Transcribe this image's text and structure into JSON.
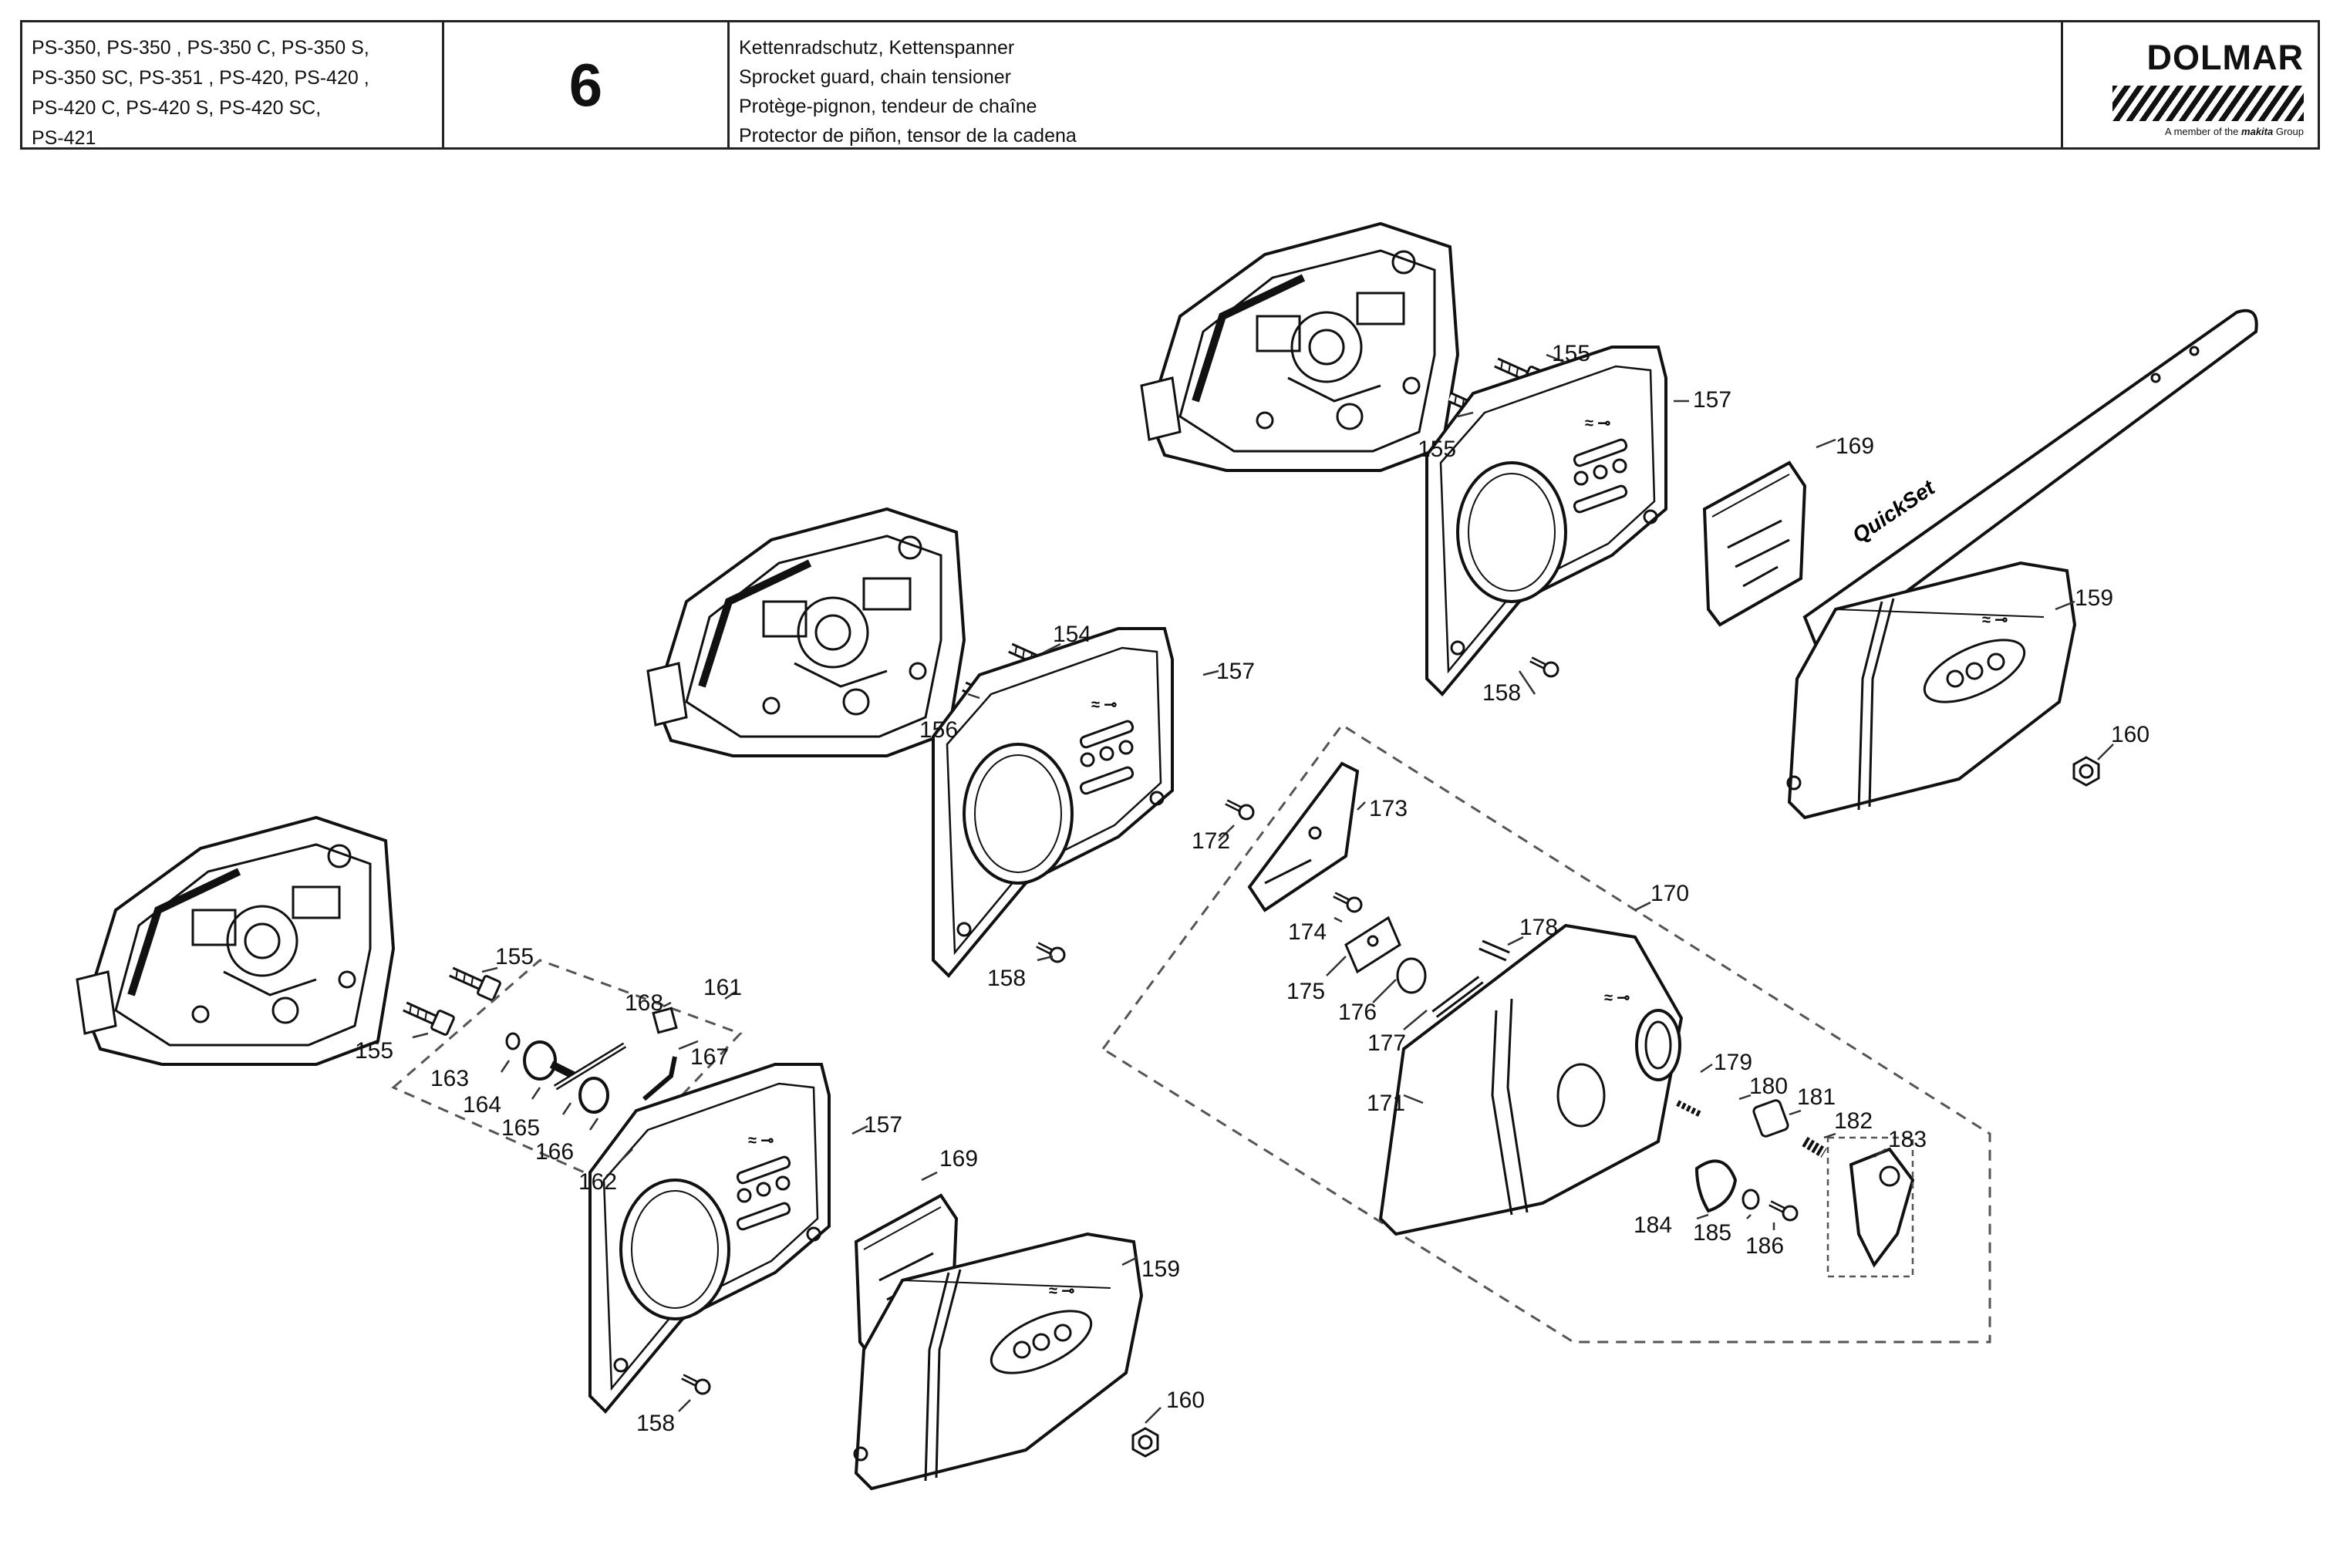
{
  "header": {
    "models": [
      "PS-350, PS-350 , PS-350 C, PS-350 S,",
      "PS-350 SC, PS-351 , PS-420, PS-420 ,",
      "PS-420 C, PS-420 S, PS-420 SC,",
      "PS-421"
    ],
    "section_number": "6",
    "titles": [
      "Kettenradschutz, Kettenspanner",
      "Sprocket guard, chain tensioner",
      "Protège-pignon, tendeur de chaîne",
      "Protector de piñon, tensor de la cadena"
    ],
    "brand": "DOLMAR",
    "brand_sub_prefix": "A member of the",
    "brand_sub_name": "makita",
    "brand_sub_suffix": "Group"
  },
  "diagram": {
    "bar_text": "QuickSet",
    "labels": {
      "l155a": "155",
      "l155b": "155",
      "l157a": "157",
      "l169a": "169",
      "l159a": "159",
      "l160a": "160",
      "l158a": "158",
      "l154": "154",
      "l156": "156",
      "l157b": "157",
      "l158b": "158",
      "l173": "173",
      "l172": "172",
      "l170": "170",
      "l174": "174",
      "l178": "178",
      "l175": "175",
      "l176": "176",
      "l177": "177",
      "l171": "171",
      "l179": "179",
      "l180": "180",
      "l181": "181",
      "l182": "182",
      "l183": "183",
      "l184": "184",
      "l185": "185",
      "l186": "186",
      "l155c": "155",
      "l155d": "155",
      "l161": "161",
      "l168": "168",
      "l167": "167",
      "l163": "163",
      "l164": "164",
      "l165": "165",
      "l166": "166",
      "l162": "162",
      "l157c": "157",
      "l169b": "169",
      "l159b": "159",
      "l160b": "160",
      "l158c": "158"
    }
  }
}
